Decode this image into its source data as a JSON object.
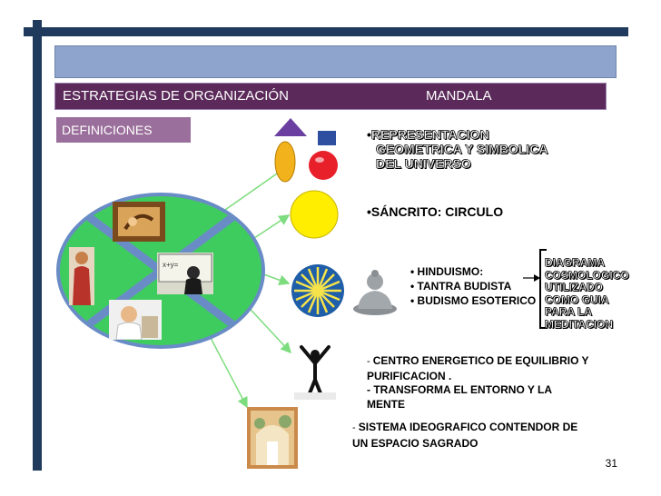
{
  "header": {
    "left_title": "ESTRATEGIAS DE ORGANIZACIÓN",
    "right_title": "MANDALA"
  },
  "definitions_label": "DEFINICIONES",
  "definition_1": {
    "bullet": "•",
    "line1": "REPRESENTACION",
    "line2": "GEOMETRICA Y SIMBOLICA",
    "line3": "DEL UNIVERSO"
  },
  "definition_2": "•SÁNCRITO: CIRCULO",
  "traditions": [
    "• HINDUISMO:",
    "• TANTRA BUDISTA",
    "• BUDISMO ESOTERICO"
  ],
  "diagram_note": [
    "DIAGRAMA",
    "COSMOLOGICO",
    "UTILIZADO",
    "COMO GUIA",
    "PARA LA",
    "MEDITACION"
  ],
  "energy": {
    "line1_dash": "- ",
    "line1": "CENTRO ENERGETICO DE EQUILIBRIO Y",
    "line2": "PURIFICACION .",
    "line3": "- TRANSFORMA  EL ENTORNO Y LA",
    "line4": "MENTE"
  },
  "ideographic": {
    "dash": "- ",
    "line1": "SISTEMA IDEOGRAFICO CONTENDOR DE",
    "line2": "UN ESPACIO SAGRADO"
  },
  "page_number": "31",
  "colors": {
    "frame": "#1f3a5c",
    "band": "#8fa4cc",
    "header": "#5b2a5a",
    "definitions": "#9b6f9b",
    "mandala_green": "#3fcc5e",
    "arrows": "#7ddc7d"
  }
}
